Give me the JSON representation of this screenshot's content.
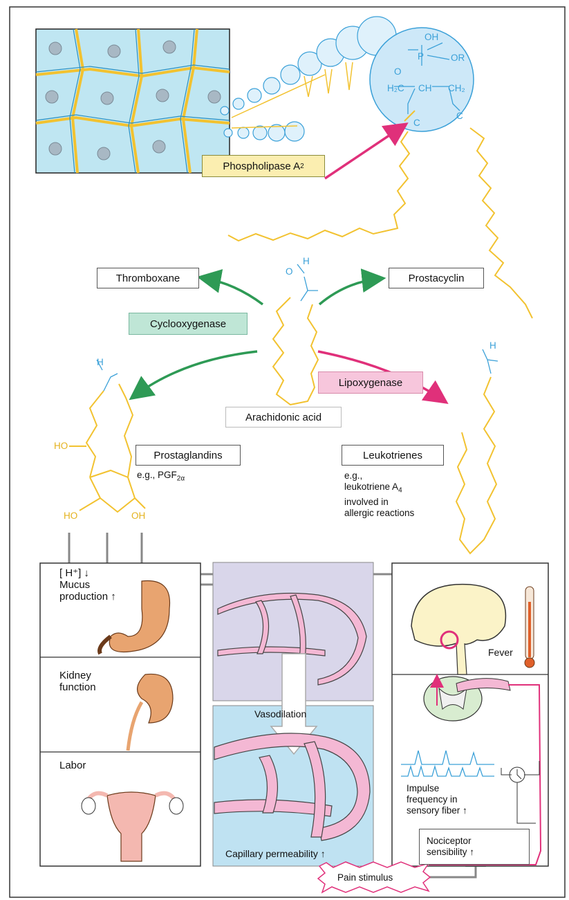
{
  "labels": {
    "phospholipase": "Phospholipase A",
    "phospholipase_sub": "2",
    "thromboxane": "Thromboxane",
    "prostacyclin": "Prostacyclin",
    "cyclooxygenase": "Cyclooxygenase",
    "lipoxygenase": "Lipoxygenase",
    "arachidonic": "Arachidonic acid",
    "prostaglandins": "Prostaglandins",
    "pgf_example": "e.g., PGF",
    "pgf_sub": "2α",
    "leukotrienes": "Leukotrienes",
    "leuko_note_1": "e.g.,",
    "leuko_note_2": "leukotriene A",
    "leuko_note_2_sub": "4",
    "leuko_note_3": "involved in",
    "leuko_note_4": "allergic reactions",
    "ho1": "HO",
    "ho2": "HO",
    "oh1": "OH",
    "h_top": "H",
    "o_top": "O",
    "h_left": "H",
    "h_right": "H",
    "mucus_1": "[ H⁺] ↓",
    "mucus_2": "Mucus",
    "mucus_3": "production ↑",
    "kidney_1": "Kidney",
    "kidney_2": "function",
    "labor": "Labor",
    "vasodilation": "Vasodilation",
    "capillary": "Capillary  permeability ↑",
    "fever": "Fever",
    "impulse_1": "Impulse",
    "impulse_2": "frequency in",
    "impulse_3": "sensory fiber ↑",
    "nociceptor_1": "Nociceptor",
    "nociceptor_2": "sensibility ↑",
    "pain": "Pain stimulus",
    "chem_oh": "OH",
    "chem_or": "OR",
    "chem_p": "P",
    "chem_h2c": "H₂C",
    "chem_ch": "CH",
    "chem_ch2": "CH₂",
    "chem_c1": "C",
    "chem_c2": "C",
    "chem_o": "O"
  },
  "colors": {
    "yellow_chain": "#f2c230",
    "blue_chem": "#3aa0d8",
    "green_arrow": "#2e9a55",
    "magenta_arrow": "#e0307a",
    "cyclo_bg": "#bfe6d6",
    "lipo_bg": "#f7c6dc",
    "phospho_bg": "#fbeeb0",
    "purple_panel": "#d9d6ea",
    "blue_panel": "#bfe2f2",
    "organ_fill": "#e8a470",
    "vessel_fill": "#f4b8d4",
    "cell_bg": "#bfe6f2"
  }
}
